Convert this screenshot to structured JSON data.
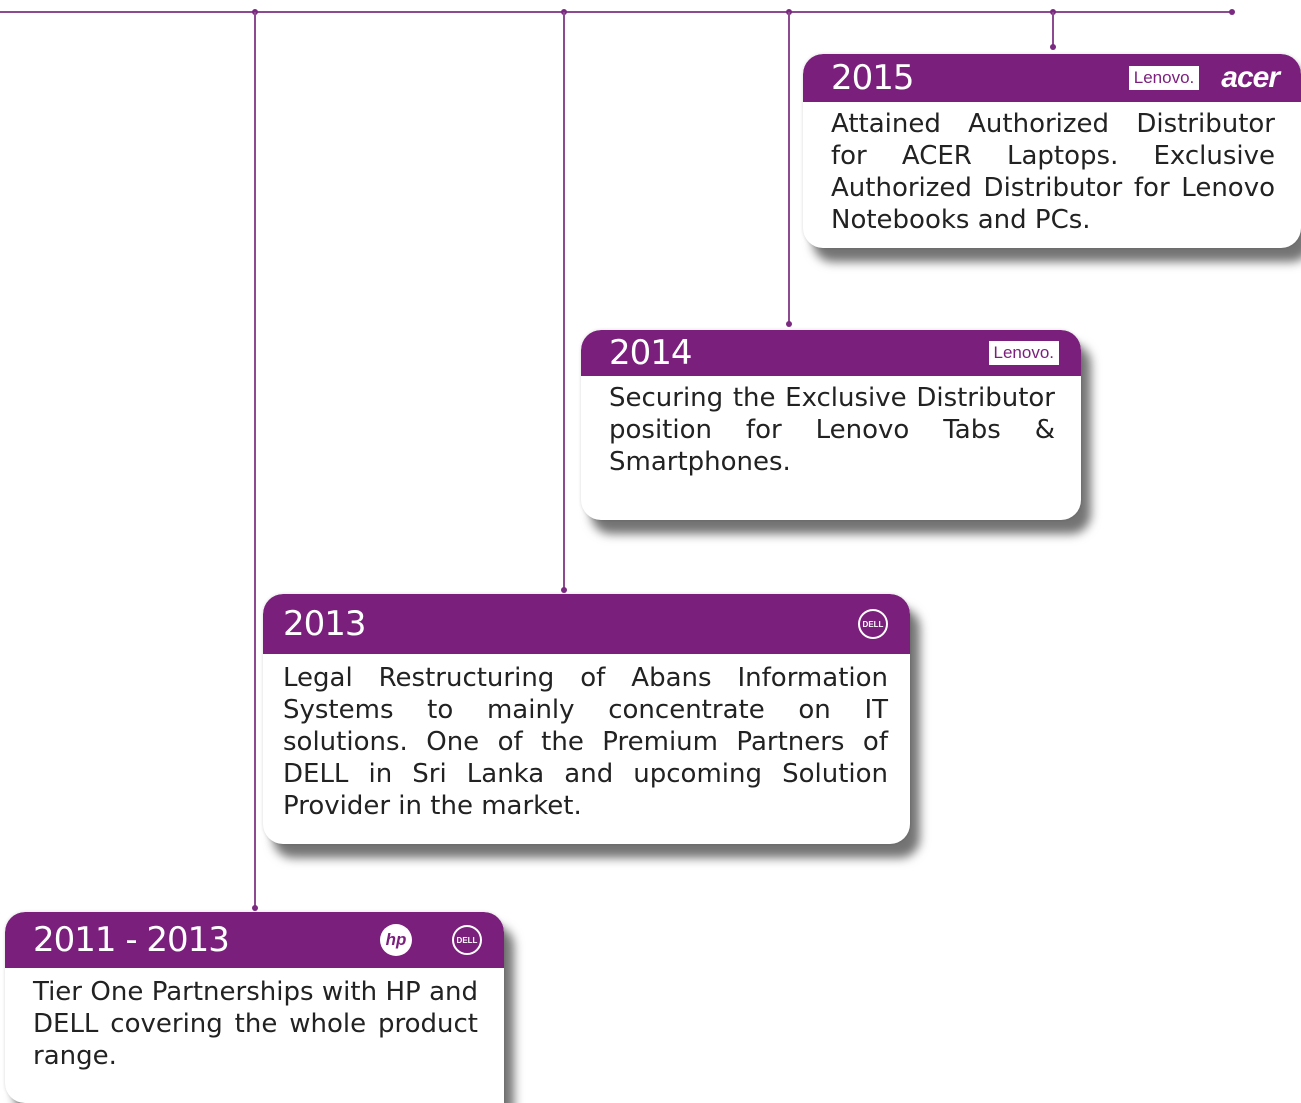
{
  "milestones": [
    {
      "year": "2015",
      "logos": [
        "Lenovo.",
        "acer"
      ],
      "text": "Attained Authorized Distributor for ACER Laptops. Exclusive Authorized Distributor for Lenovo Notebooks and PCs."
    },
    {
      "year": "2014",
      "logos": [
        "Lenovo."
      ],
      "text": "Securing the Exclusive Distributor position for Lenovo Tabs & Smartphones."
    },
    {
      "year": "2013",
      "logos": [
        "DELL"
      ],
      "text": "Legal Restructuring of Abans Information Systems to mainly concentrate on IT solutions. One of the Premium Partners of DELL in Sri Lanka and upcoming Solution Provider in the market."
    },
    {
      "year": "2011 - 2013",
      "logos": [
        "hp",
        "DELL"
      ],
      "text": "Tier One Partnerships with HP and DELL covering the whole product range."
    }
  ],
  "colors": {
    "accent": "#7b1f7d",
    "line": "#8e4a91"
  }
}
